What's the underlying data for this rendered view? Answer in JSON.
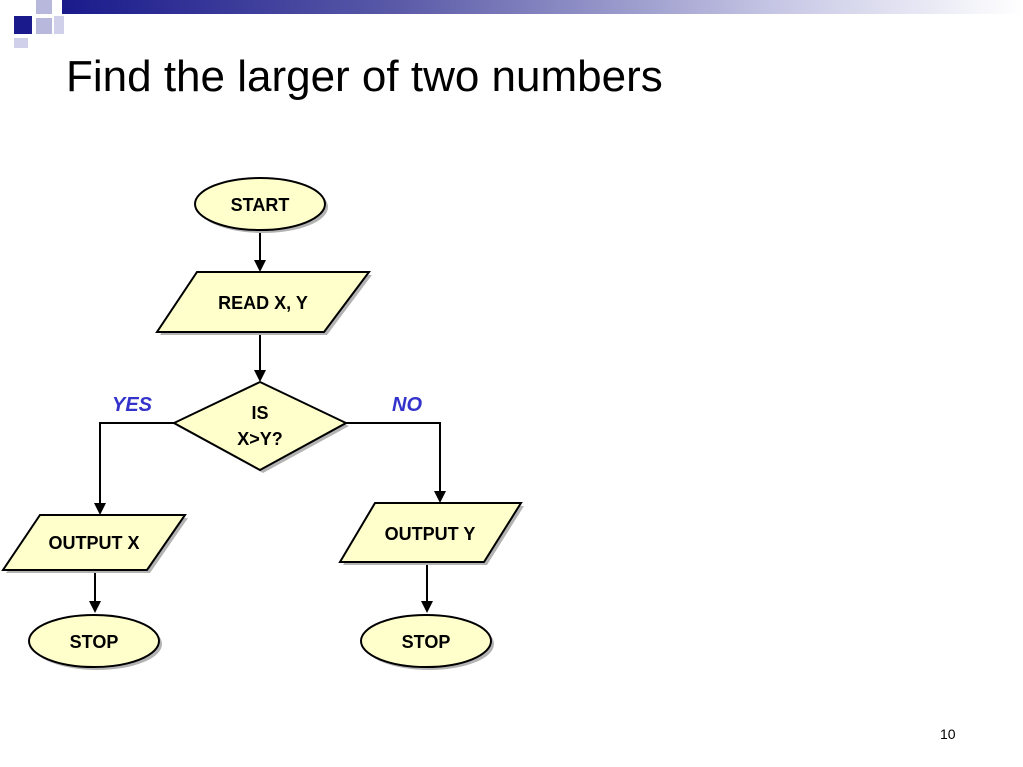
{
  "slide": {
    "title": "Find the larger of two numbers",
    "page_number": "10"
  },
  "nodes": {
    "start": "START",
    "read": "READ  X, Y",
    "decision_line1": "IS",
    "decision_line2": "X>Y?",
    "output_x": "OUTPUT  X",
    "output_y": "OUTPUT  Y",
    "stop_left": "STOP",
    "stop_right": "STOP"
  },
  "branches": {
    "yes": "YES",
    "no": "NO"
  },
  "colors": {
    "shape_fill": "#ffffcc",
    "shape_stroke": "#000000",
    "shape_shadow": "#b3b3b3",
    "branch_label": "#3333cc",
    "header_dark": "#1a1a8c",
    "header_light": "#c8c8e6"
  }
}
